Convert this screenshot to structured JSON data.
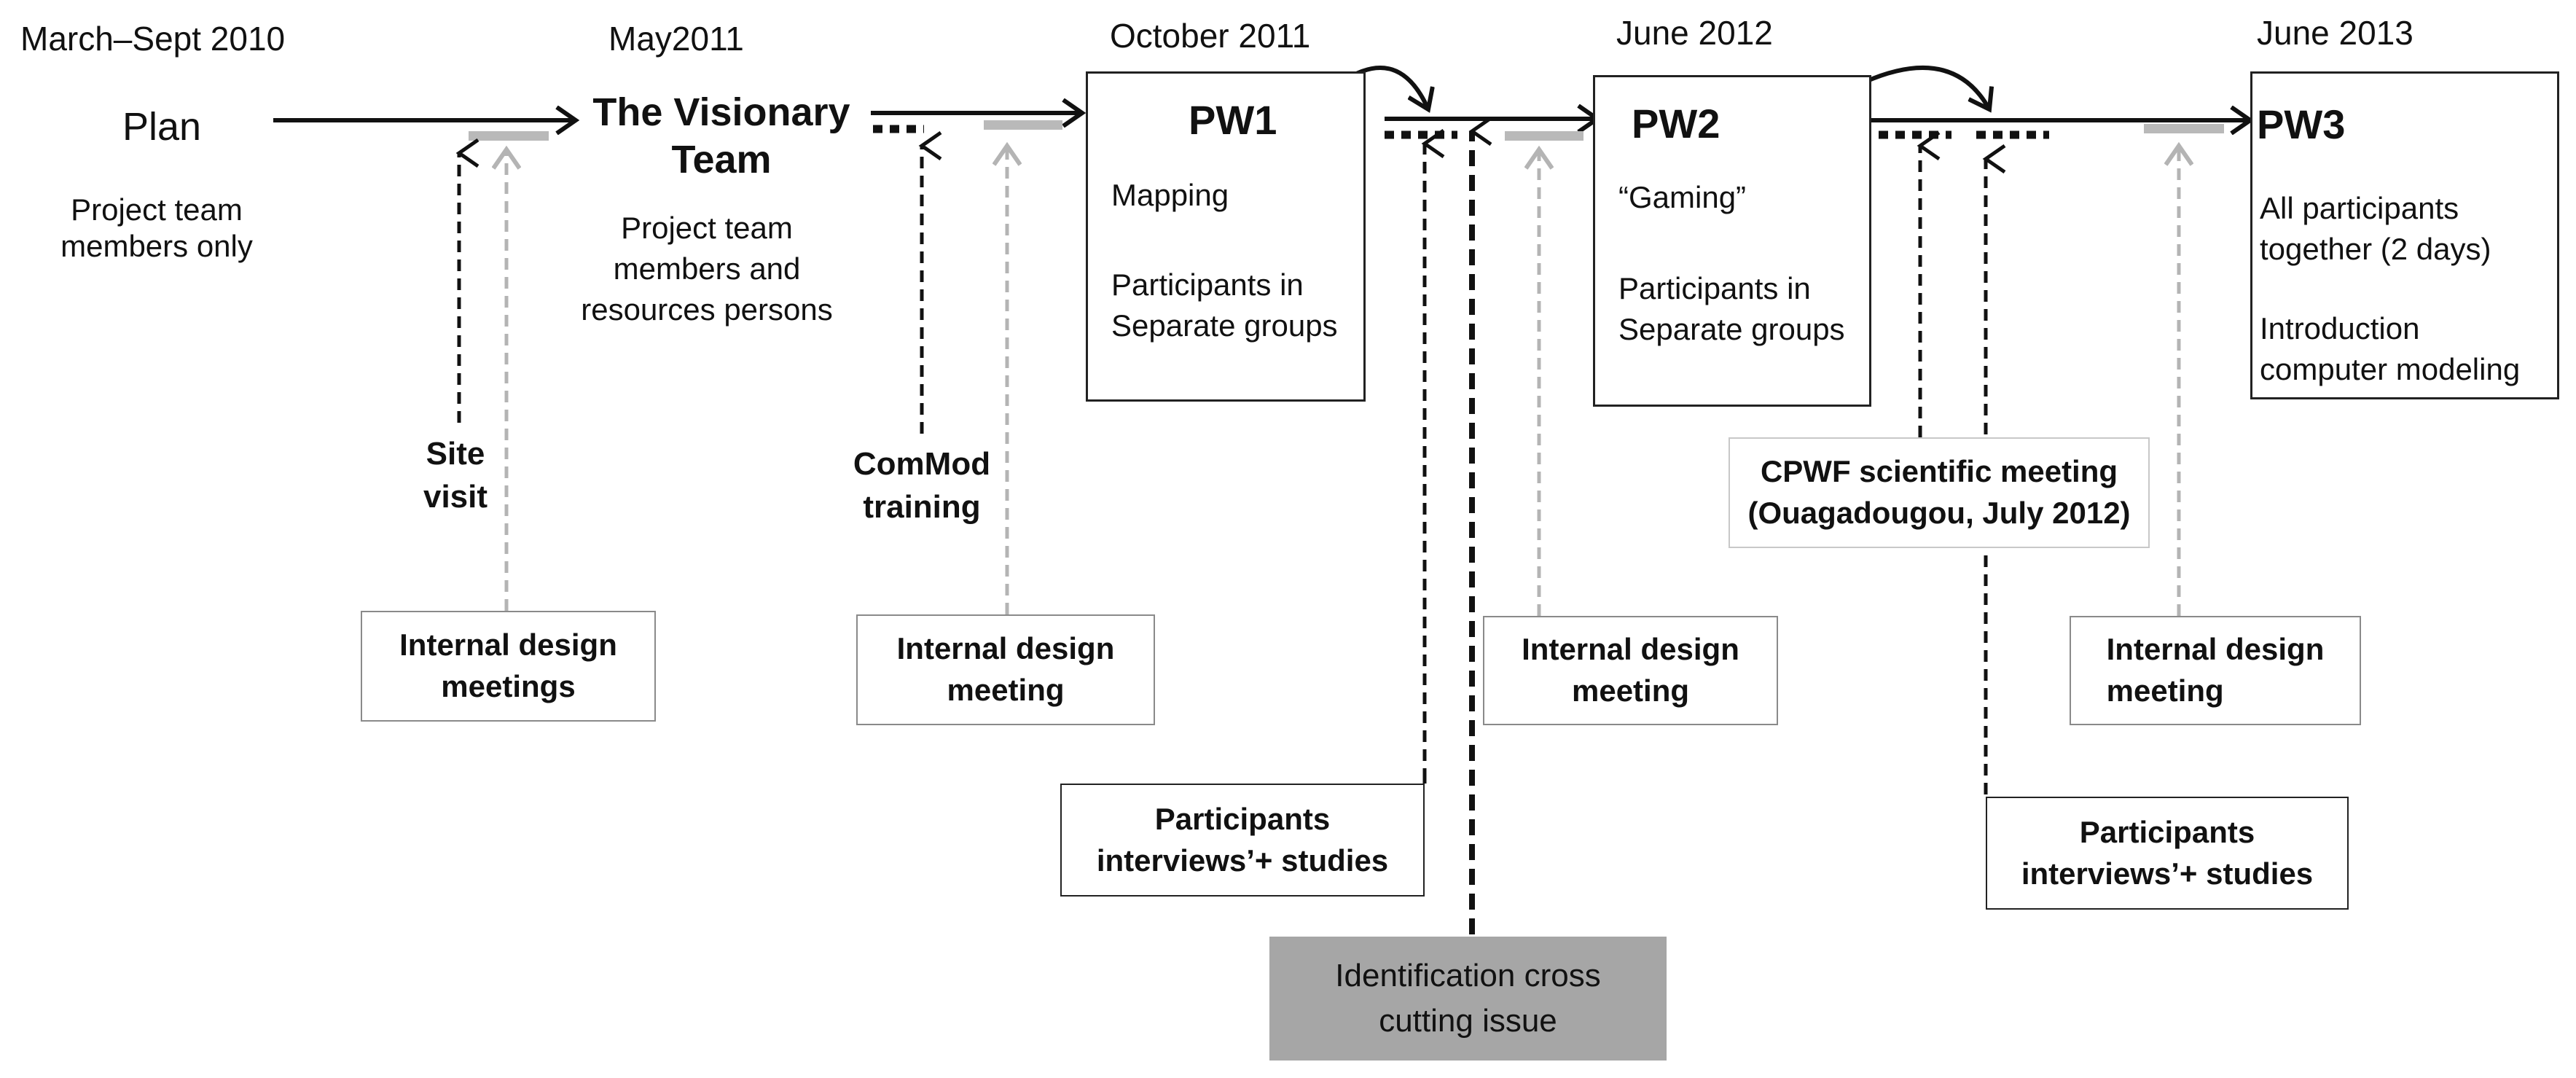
{
  "dates": [
    "March–Sept 2010",
    "May2011",
    "October 2011",
    "June 2012",
    "June 2013"
  ],
  "stages": {
    "plan": {
      "title": "Plan",
      "desc": [
        "Project team",
        "members only"
      ]
    },
    "visionary": {
      "title": [
        "The Visionary",
        "Team"
      ],
      "desc": [
        "Project team",
        "members and",
        "resources persons"
      ]
    },
    "pw1": {
      "title": "PW1",
      "line1": "Mapping",
      "line2": [
        "Participants in",
        "Separate groups"
      ]
    },
    "pw2": {
      "title": "PW2",
      "line1": "“Gaming”",
      "line2": [
        "Participants in",
        "Separate groups"
      ]
    },
    "pw3": {
      "title": "PW3",
      "line1": [
        "All participants",
        "together (2 days)"
      ],
      "line2": [
        "Introduction",
        "computer modeling"
      ]
    }
  },
  "activities": {
    "site_visit": [
      "Site",
      "visit"
    ],
    "commod_training": [
      "ComMod",
      "training"
    ],
    "internal_meetings": [
      [
        "Internal design",
        "meetings"
      ],
      [
        "Internal design",
        "meeting"
      ],
      [
        "Internal design",
        "meeting"
      ],
      [
        "Internal design",
        "meeting"
      ]
    ],
    "participants_interviews": [
      [
        "Participants",
        "interviews’+ studies"
      ],
      [
        "Participants",
        "interviews’+ studies"
      ]
    ],
    "cpwf_meeting": [
      "CPWF scientific meeting",
      "(Ouagadougou, July 2012)"
    ],
    "identification": [
      "Identification cross",
      "cutting issue"
    ]
  },
  "colors": {
    "line": "#111111",
    "grey_arrow": "#b4b4b4",
    "grey_bar": "#b9b9b9",
    "ident_fill": "#a6a6a6"
  }
}
